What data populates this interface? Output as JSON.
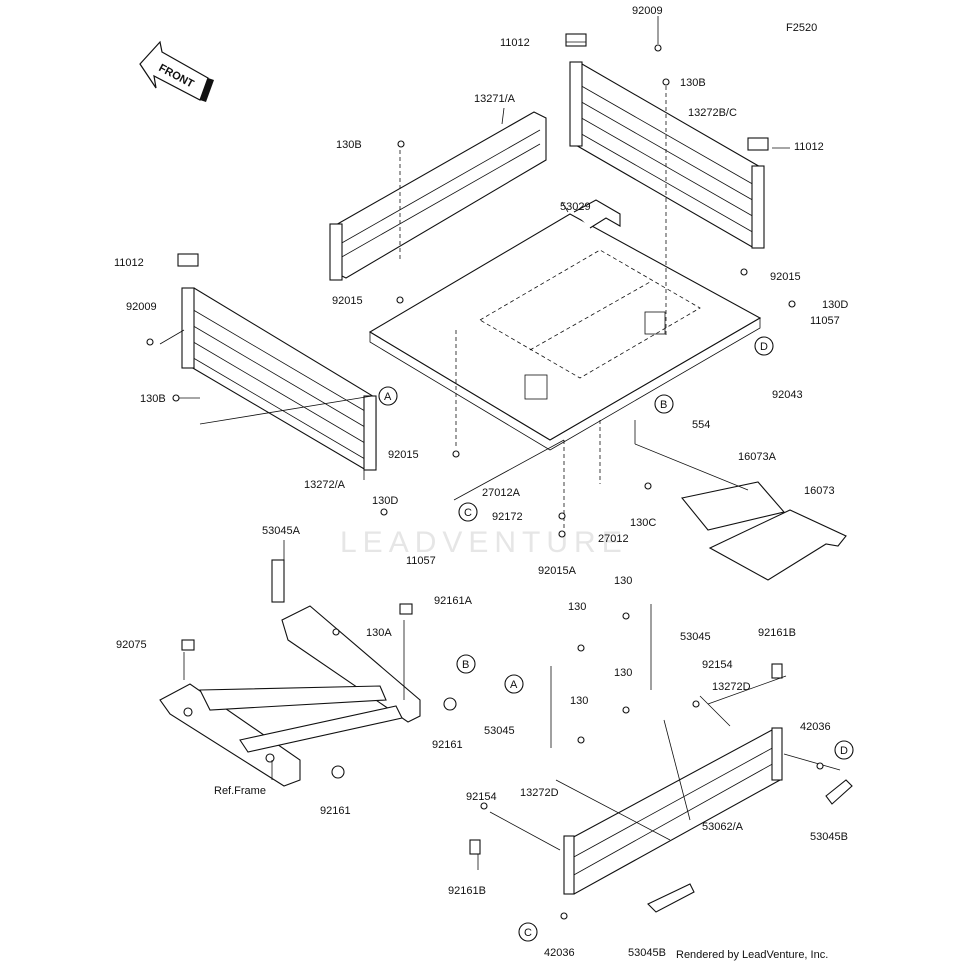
{
  "diagram": {
    "code": "F2520",
    "front_label": "FRONT",
    "watermark": "LEADVENTURE",
    "credit": "Rendered by LeadVenture, Inc.",
    "callouts": [
      "A",
      "B",
      "C",
      "D",
      "A",
      "B",
      "C",
      "D"
    ],
    "part_labels": [
      "92009",
      "11012",
      "130B",
      "13272B/C",
      "11012",
      "13271/A",
      "130B",
      "53029",
      "11012",
      "92015",
      "92009",
      "92015",
      "130D",
      "11057",
      "92043",
      "130B",
      "554",
      "92015",
      "13272/A",
      "16073A",
      "16073",
      "130D",
      "27012A",
      "92172",
      "130C",
      "27012",
      "11057",
      "92015A",
      "53045A",
      "92161A",
      "130A",
      "92075",
      "92161",
      "Ref.Frame",
      "92161",
      "130",
      "130",
      "53045",
      "92161B",
      "92154",
      "130",
      "13272D",
      "130",
      "53045",
      "42036",
      "92154",
      "13272D",
      "53062/A",
      "53045B",
      "92161B",
      "42036",
      "53045B"
    ]
  }
}
